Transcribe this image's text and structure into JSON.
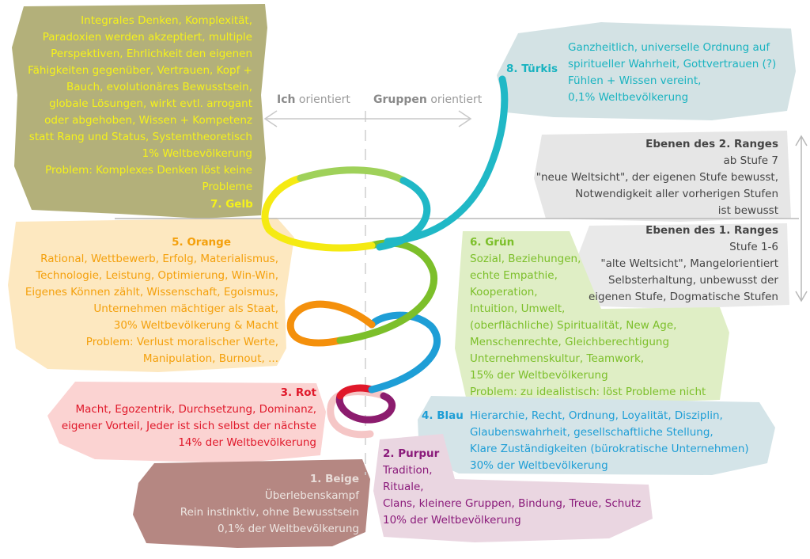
{
  "colors": {
    "yellow_bg": "#b3b07a",
    "yellow_text": "#f5f21a",
    "tuerkis_bg": "#d3e2e4",
    "tuerkis_text": "#19b3c0",
    "ranges_bg": "#e6e6e6",
    "ranges_text": "#454545",
    "orange_bg": "#fde8c0",
    "orange_text": "#f4a00c",
    "gruen_bg": "#dfeec5",
    "gruen_text": "#7cbf2a",
    "rot_bg": "#fbd3d2",
    "rot_text": "#e0182a",
    "blau_bg": "#d4e4e8",
    "blau_text": "#1e9ed6",
    "purpur_bg": "#ead6e1",
    "purpur_text": "#8a1a7a",
    "beige_bg": "#b58782",
    "beige_text": "#ede6e2"
  },
  "axis": {
    "ich": "Ich",
    "ich_rest": " orientiert",
    "gruppen": "Gruppen",
    "gruppen_rest": " orientiert"
  },
  "levels": {
    "gelb": {
      "title": "7.  Gelb",
      "lines": [
        "Integrales Denken, Komplexität,",
        "Paradoxien werden akzeptiert, multiple",
        "Perspektiven, Ehrlichkeit den eigenen",
        "Fähigkeiten gegenüber, Vertrauen, Kopf +",
        "Bauch, evolutionäres Bewusstsein,",
        "globale Lösungen, wirkt evtl. arrogant",
        "oder abgehoben, Wissen + Kompetenz",
        "statt Rang und Status, Systemtheoretisch",
        "1% Weltbevölkerung",
        "Problem: Komplexes Denken löst keine",
        "Probleme"
      ]
    },
    "tuerkis": {
      "title": "8. Türkis",
      "lines": [
        "Ganzheitlich, universelle Ordnung auf",
        "spiritueller Wahrheit, Gottvertrauen (?)",
        "Fühlen + Wissen vereint,",
        "0,1% Weltbevölkerung"
      ]
    },
    "ranges2": {
      "title": "Ebenen des 2. Ranges",
      "lines": [
        "ab Stufe 7",
        "\"neue Weltsicht\", der eigenen Stufe bewusst,",
        "Notwendigkeit aller vorherigen Stufen",
        "ist bewusst"
      ]
    },
    "ranges1": {
      "title": "Ebenen des 1. Ranges",
      "lines": [
        "Stufe 1-6",
        "\"alte Weltsicht\", Mangelorientiert",
        "Selbsterhaltung, unbewusst der",
        "eigenen Stufe, Dogmatische Stufen"
      ]
    },
    "orange": {
      "title": "5. Orange",
      "lines": [
        "Rational, Wettbewerb, Erfolg, Materialismus,",
        "Technologie, Leistung, Optimierung, Win-Win,",
        "Eigenes Können zählt, Wissenschaft, Egoismus,",
        "Unternehmen mächtiger als Staat,",
        "30% Weltbevölkerung & Macht",
        "Problem: Verlust moralischer Werte,",
        "Manipulation, Burnout, ..."
      ]
    },
    "gruen": {
      "title": "6. Grün",
      "lines": [
        "Sozial, Beziehungen,",
        "echte Empathie,",
        "Kooperation,",
        "Intuition, Umwelt,",
        "(oberflächliche) Spiritualität, New Age,",
        "Menschenrechte, Gleichberechtigung",
        "Unternehmenskultur, Teamwork,",
        "15% der Weltbevölkerung",
        "Problem: zu idealistisch: löst Probleme nicht"
      ]
    },
    "rot": {
      "title": "3. Rot",
      "lines": [
        "Macht, Egozentrik, Durchsetzung, Dominanz,",
        "eigener Vorteil, Jeder ist sich selbst der nächste",
        "14% der Weltbevölkerung"
      ]
    },
    "blau": {
      "title": "4. Blau",
      "lines": [
        "Hierarchie, Recht, Ordnung, Loyalität, Disziplin,",
        "Glaubenswahrheit, gesellschaftliche Stellung,",
        "Klare Zuständigkeiten (bürokratische Unternehmen)",
        "30% der Weltbevölkerung"
      ]
    },
    "purpur": {
      "title": "2. Purpur",
      "lines": [
        "Tradition,",
        "Rituale,",
        "Clans, kleinere Gruppen, Bindung, Treue, Schutz",
        "10% der Weltbevölkerung"
      ]
    },
    "beige": {
      "title": "1. Beige",
      "lines": [
        "Überlebenskampf",
        "Rein instinktiv, ohne Bewusstsein",
        "0,1% der Weltbevölkerung"
      ]
    }
  }
}
